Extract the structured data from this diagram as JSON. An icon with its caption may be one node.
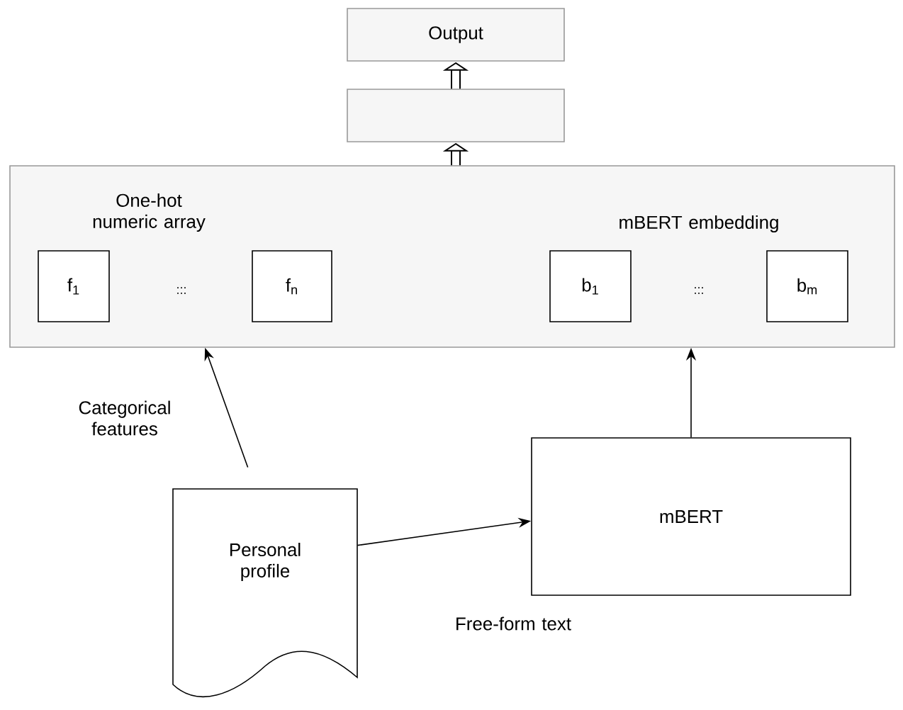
{
  "diagram": {
    "nodes": [
      {
        "text": [
          "Output"
        ]
      },
      {
        "text": [],
        "shape": "box"
      },
      {
        "text": [
          "One-hot numeric array",
          "mBERT embedding"
        ]
      },
      {
        "text": [
          "f$_{1}$"
        ],
        "in": 2
      },
      {
        "text": [
          "f$_{n}$"
        ],
        "in": 2
      },
      {
        "text": [
          "b$_{1}$"
        ],
        "in": 2
      },
      {
        "text": [
          "b$_{m}$"
        ],
        "in": 2
      },
      {
        "text": [
          "Personal profile"
        ]
      },
      {
        "text": [
          "mBERT"
        ]
      }
    ],
    "edges": [
      {
        "from": 1,
        "to": 0,
        "arrow": "to",
        "style": "thick"
      },
      {
        "from": 2,
        "to": 1,
        "arrow": "to",
        "style": "thick"
      },
      {
        "from": 7,
        "to": 2,
        "arrow": "to",
        "label": "Categorical features"
      },
      {
        "from": 8,
        "to": 2,
        "arrow": "to"
      },
      {
        "from": 7,
        "to": 8,
        "arrow": "to",
        "label": "Free-form text"
      }
    ],
    "labels": [
      ":::",
      ":::"
    ]
  }
}
